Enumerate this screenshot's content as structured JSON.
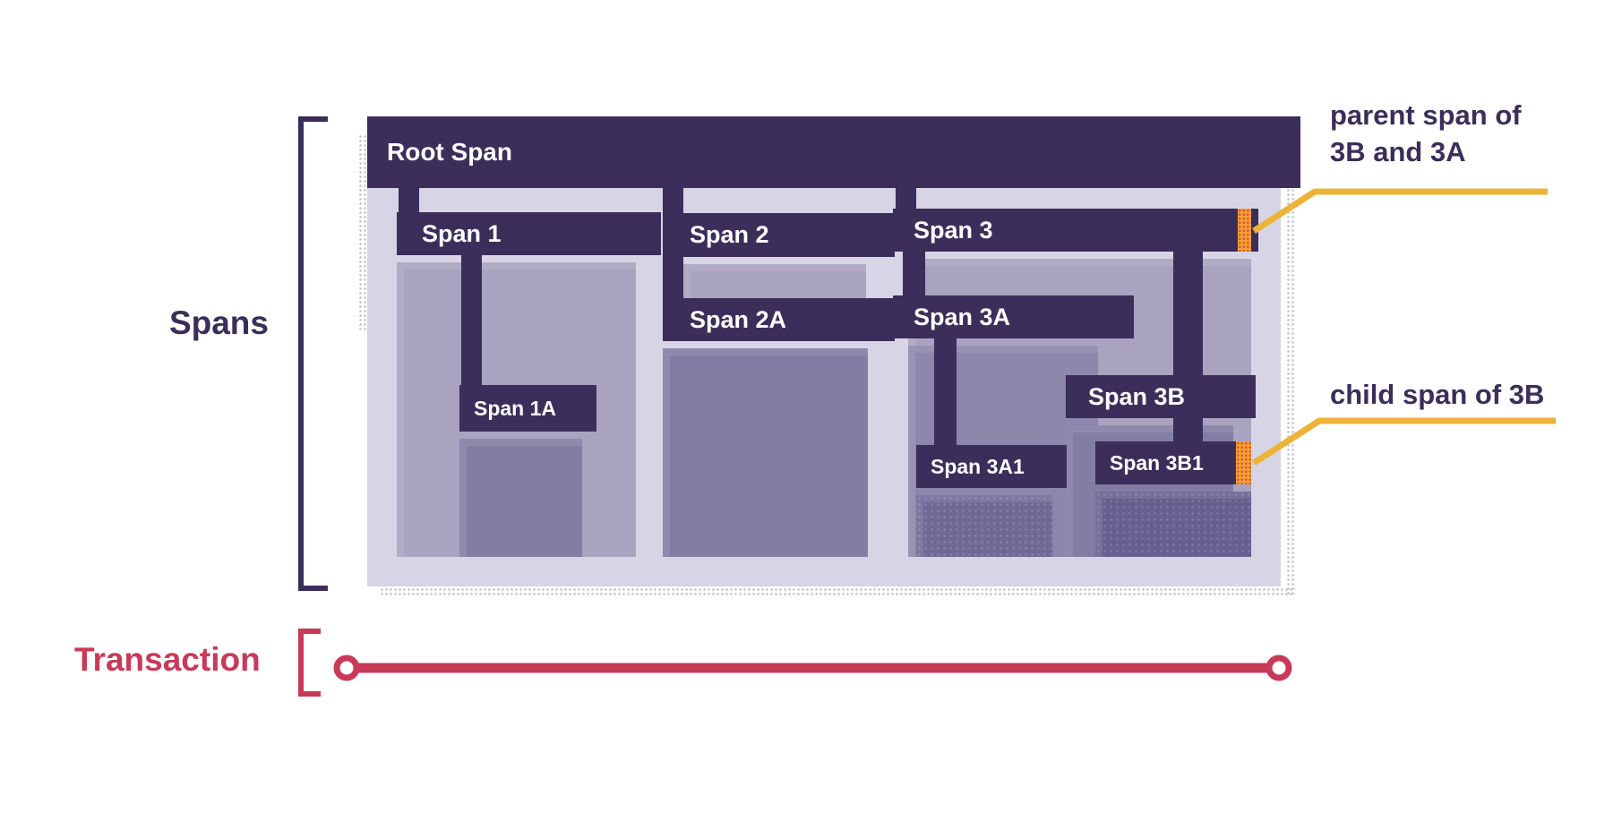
{
  "labels": {
    "spans": "Spans",
    "transaction": "Transaction"
  },
  "annotations": {
    "parent_line1": "parent span of",
    "parent_line2": "3B and 3A",
    "child": "child span of 3B"
  },
  "spans": {
    "root": "Root Span",
    "s1": "Span 1",
    "s1a": "Span 1A",
    "s2": "Span 2",
    "s2a": "Span 2A",
    "s3": "Span 3",
    "s3a": "Span 3A",
    "s3a1": "Span 3A1",
    "s3b": "Span 3B",
    "s3b1": "Span 3B1"
  },
  "colors": {
    "navy": "#3b2e5a",
    "lavender": "#d7d5e5",
    "fill1": "#a9a3bf",
    "fill2": "#837da4",
    "fill2b": "#8d87ab",
    "fill3": "#6f6996",
    "fill3b1": "#67608f",
    "orange": "#f2a12e",
    "yellow": "#edb339",
    "red": "#c83a58",
    "text_dark": "#3b2e5a"
  }
}
